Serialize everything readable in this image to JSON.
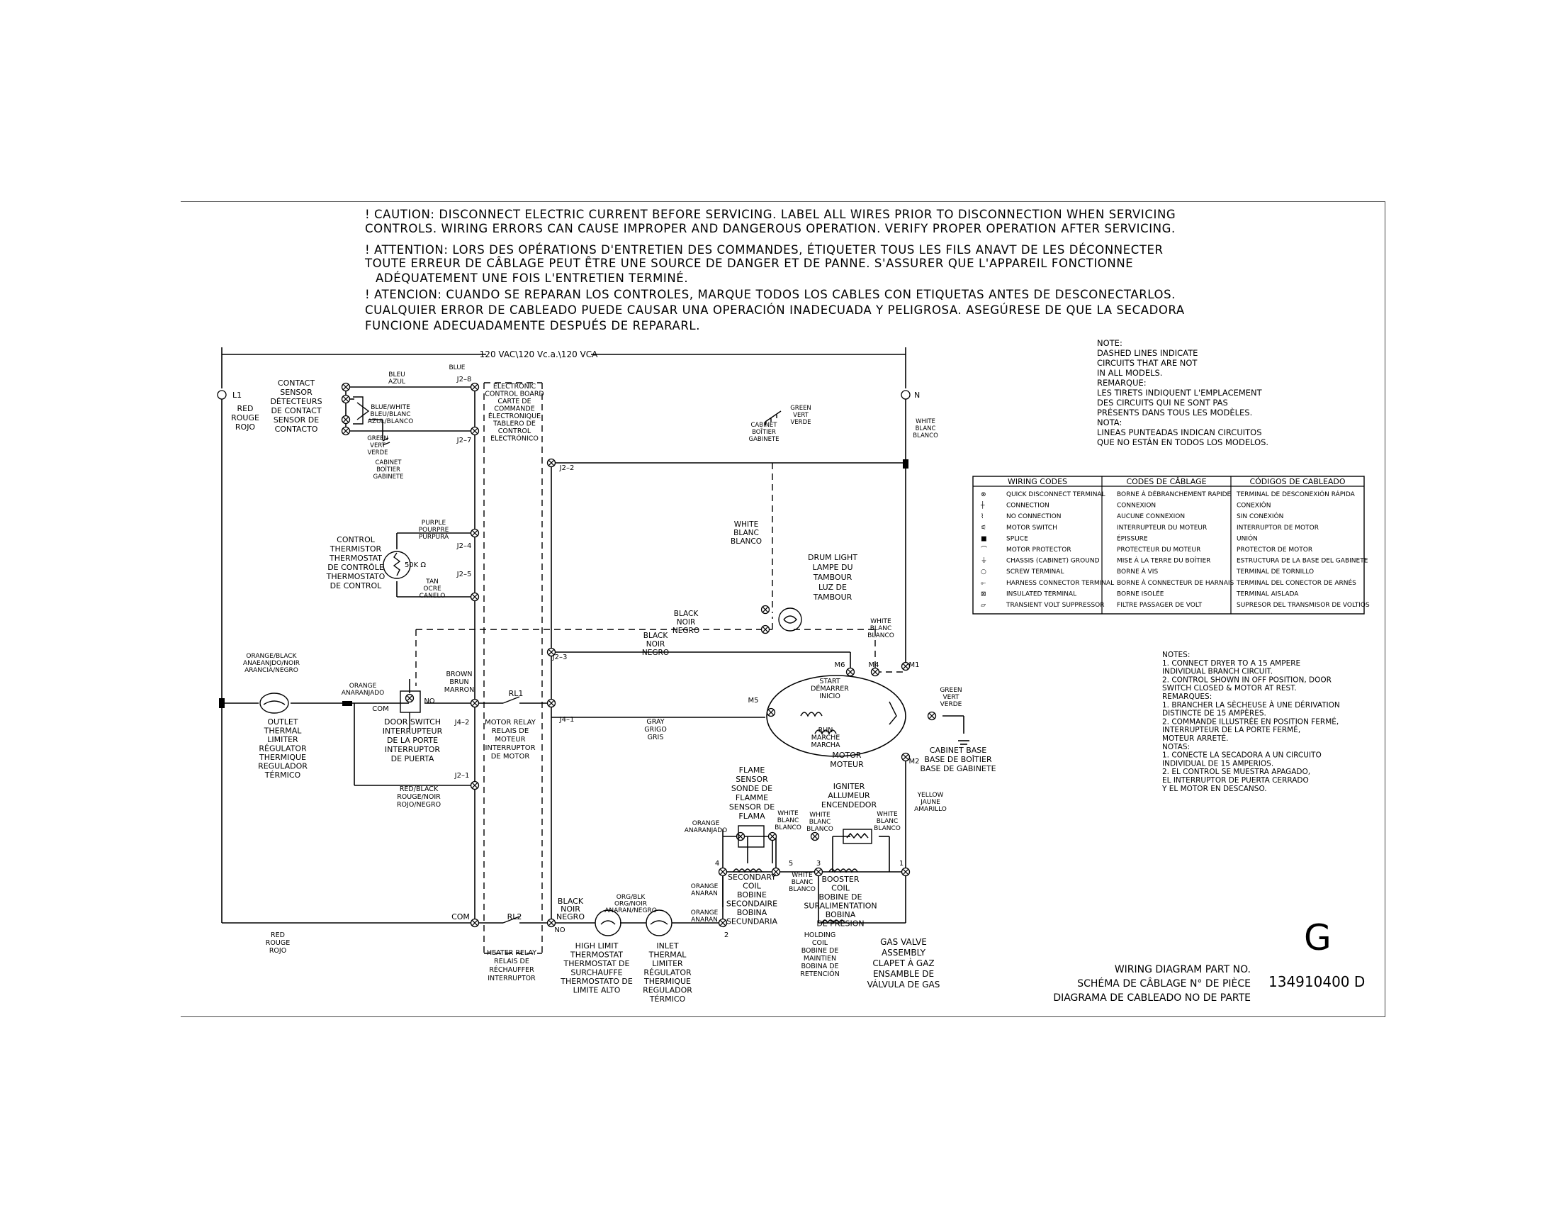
{
  "caution": {
    "en_1": "! CAUTION: DISCONNECT ELECTRIC CURRENT BEFORE SERVICING. LABEL ALL WIRES PRIOR TO DISCONNECTION WHEN SERVICING",
    "en_2": "CONTROLS. WIRING ERRORS CAN CAUSE IMPROPER AND DANGEROUS OPERATION. VERIFY PROPER OPERATION AFTER SERVICING.",
    "fr_1": "! ATTENTION: LORS DES OPÉRATIONS D'ENTRETIEN DES COMMANDES, ÉTIQUETER TOUS LES FILS ANAVT DE LES DÉCONNECTER",
    "fr_2": "TOUTE ERREUR DE CÂBLAGE PEUT ÊTRE UNE SOURCE DE DANGER ET DE PANNE. S'ASSURER QUE L'APPAREIL FONCTIONNE",
    "fr_3": "ADÉQUATEMENT UNE FOIS L'ENTRETIEN TERMINÉ.",
    "es_1": "! ATENCION: CUANDO SE REPARAN LOS CONTROLES, MARQUE TODOS LOS CABLES CON ETIQUETAS ANTES DE DESCONECTARLOS.",
    "es_2": "CUALQUIER ERROR DE CABLEADO PUEDE CAUSAR UNA OPERACIÓN INADECUADA Y PELIGROSA. ASEGÚRESE DE QUE LA SECADORA",
    "es_3": "FUNCIONE ADECUADAMENTE DESPUÉS DE REPARARL."
  },
  "supply": {
    "voltage": "120 VAC\\120 Vc.a.\\120 VCA",
    "l1": "L1",
    "n": "N"
  },
  "note_dashed": [
    "NOTE:",
    "DASHED LINES INDICATE",
    "CIRCUITS THAT ARE NOT",
    "IN ALL MODELS.",
    "REMARQUE:",
    "LES TIRETS INDIQUENT L'EMPLACEMENT",
    "DES CIRCUITS QUI NE SONT PAS",
    "PRÉSENTS DANS TOUS LES MODÈLES.",
    "NOTA:",
    "LINEAS PUNTEADAS INDICAN CIRCUITOS",
    "QUE NO ESTÁN EN TODOS LOS MODELOS."
  ],
  "wiring_codes": {
    "headers": [
      "WIRING CODES",
      "CODES DE CÂBLAGE",
      "CÓDIGOS DE CABLEADO"
    ],
    "rows": [
      [
        "QUICK DISCONNECT TERMINAL",
        "BORNE À DÉBRANCHEMENT RAPIDE",
        "TERMINAL DE DESCONEXIÓN RÁPIDA"
      ],
      [
        "CONNECTION",
        "CONNEXION",
        "CONEXIÓN"
      ],
      [
        "NO CONNECTION",
        "AUCUNE CONNEXION",
        "SIN CONEXIÓN"
      ],
      [
        "MOTOR SWITCH",
        "INTERRUPTEUR DU MOTEUR",
        "INTERRUPTOR DE MOTOR"
      ],
      [
        "SPLICE",
        "ÉPISSURE",
        "UNIÓN"
      ],
      [
        "MOTOR PROTECTOR",
        "PROTECTEUR DU MOTEUR",
        "PROTECTOR DE MOTOR"
      ],
      [
        "CHASSIS (CABINET) GROUND",
        "MISE À LA TERRE DU BOÎTIER",
        "ESTRUCTURA DE LA BASE DEL GABINETE"
      ],
      [
        "SCREW TERMINAL",
        "BORNE À VIS",
        "TERMINAL DE TORNILLO"
      ],
      [
        "HARNESS CONNECTOR TERMINAL",
        "BORNE À CONNECTEUR DE HARNAIS",
        "TERMINAL DEL CONECTOR DE ARNÉS"
      ],
      [
        "INSULATED TERMINAL",
        "BORNE ISOLÉE",
        "TERMINAL AISLADA"
      ],
      [
        "TRANSIENT VOLT SUPPRESSOR",
        "FILTRE PASSAGER DE VOLT",
        "SUPRESOR DEL TRANSMISOR DE VOLTIOS"
      ]
    ]
  },
  "notes": [
    "NOTES:",
    "1. CONNECT DRYER TO A 15 AMPERE",
    "    INDIVIDUAL BRANCH CIRCUIT.",
    "2. CONTROL SHOWN IN OFF POSITION, DOOR",
    "    SWITCH CLOSED & MOTOR AT REST.",
    "REMARQUES:",
    "1. BRANCHER LA SÈCHEUSE À UNE DÉRIVATION",
    "    DISTINCTE DE 15 AMPÈRES.",
    "2. COMMANDE ILLUSTRÉE EN POSITION FERMÉ,",
    "    INTERRUPTEUR DE LA PORTE FERMÉ,",
    "    MOTEUR ARRETÉ.",
    "NOTAS:",
    "1. CONECTE LA SECADORA A UN CIRCUITO",
    "    INDIVIDUAL DE 15 AMPERIOS.",
    "2. EL CONTROL SE MUESTRA APAGADO,",
    "    EL INTERRUPTOR DE PUERTA CERRADO",
    "    Y EL MOTOR EN DESCANSO."
  ],
  "part": {
    "letter": "G",
    "label_en": "WIRING DIAGRAM PART NO.",
    "label_fr": "SCHÉMA DE CÂBLAGE N° DE PIÈCE",
    "label_es": "DIAGRAMA DE CABLEADO NO DE PARTE",
    "number": "134910400 D"
  },
  "labels": {
    "contact_sensor": [
      "CONTACT",
      "SENSOR",
      "DÉTECTEURS",
      "DE CONTACT",
      "SENSOR DE",
      "CONTACTO"
    ],
    "bleu_azul": [
      "BLEU",
      "AZUL"
    ],
    "blue": "BLUE",
    "blue_white": [
      "BLUE/WHITE",
      "BLEU/BLANC",
      "AZUL/BLANCO"
    ],
    "green_cab_left": [
      "GREEN",
      "VERT",
      "VERDE"
    ],
    "cabinet_left": [
      "CABINET",
      "BOÎTIER",
      "GABINETE"
    ],
    "red_rouge_rojo_top": [
      "RED",
      "ROUGE",
      "ROJO"
    ],
    "ecb": [
      "ELECTRONIC",
      "CONTROL BOARD",
      "CARTE DE",
      "COMMANDE",
      "ÉLECTRONIQUE",
      "TABLERO DE",
      "CONTROL",
      "ELECTRÓNICO"
    ],
    "j2_8": "J2–8",
    "j2_7": "J2–7",
    "j2_2": "J2–2",
    "j2_4": "J2–4",
    "j2_5": "J2–5",
    "j2_3": "J2–3",
    "j2_1": "J2–1",
    "j4_2": "J4–2",
    "j4_1": "J4–1",
    "green_cab_top": [
      "GREEN",
      "VERT",
      "VERDE"
    ],
    "cabinet_top": [
      "CABINET",
      "BOÎTIER",
      "GABINETE"
    ],
    "white_n": [
      "WHITE",
      "BLANC",
      "BLANCO"
    ],
    "purple": [
      "PURPLE",
      "POURPRE",
      "PURPURA"
    ],
    "tan": [
      "TAN",
      "OCRE",
      "CANELO"
    ],
    "control_thermistor": [
      "CONTROL",
      "THERMISTOR",
      "THERMOSTAT",
      "DE CONTRÔLE",
      "THERMOSTATO",
      "DE CONTROL"
    ],
    "ohm": "50K Ω",
    "white_drum": [
      "WHITE",
      "BLANC",
      "BLANCO"
    ],
    "drum_light": [
      "DRUM LIGHT",
      "LAMPE DU",
      "TAMBOUR",
      "LUZ DE",
      "TAMBOUR"
    ],
    "black_noir_top": [
      "BLACK",
      "NOIR",
      "NEGRO"
    ],
    "black_noir_mid": [
      "BLACK",
      "NOIR",
      "NEGRO"
    ],
    "white_m4": [
      "WHITE",
      "BLANC",
      "BLANCO"
    ],
    "orange_black": [
      "ORANGE/BLACK",
      "ANAEANJDO/NOIR",
      "ARANCIA/NEGRO"
    ],
    "orange_sw": [
      "ORANGE",
      "ANARANJADO"
    ],
    "brown": [
      "BROWN",
      "BRUN",
      "MARRON"
    ],
    "com": "COM",
    "no": "NO",
    "rl1": "RL1",
    "outlet_limiter": [
      "OUTLET",
      "THERMAL",
      "LIMITER",
      "RÉGULATOR",
      "THERMIQUE",
      "REGULADOR",
      "TÉRMICO"
    ],
    "door_switch": [
      "DOOR SWITCH",
      "INTERRUPTEUR",
      "DE LA PORTE",
      "INTERRUPTOR",
      "DE PUERTA"
    ],
    "motor_relay": [
      "MOTOR RELAY",
      "RELAIS DE",
      "MOTEUR",
      "INTERRUPTOR",
      "DE MOTOR"
    ],
    "gray": [
      "GRAY",
      "GRIGO",
      "GRIS"
    ],
    "m5": "M5",
    "m6": "M6",
    "m4": "M4",
    "m1": "M1",
    "m2": "M2",
    "start": [
      "START",
      "DÉMARRER",
      "INICIO"
    ],
    "run": [
      "RUN",
      "MARCHE",
      "MARCHA"
    ],
    "motor": [
      "MOTOR",
      "MOTEUR"
    ],
    "green_motor": [
      "GREEN",
      "VERT",
      "VERDE"
    ],
    "cabinet_base": [
      "CABINET BASE",
      "BASE DE BOÎTIER",
      "BASE DE GABINETE"
    ],
    "red_black": [
      "RED/BLACK",
      "ROUGE/NOIR",
      "ROJO/NEGRO"
    ],
    "yellow": [
      "YELLOW",
      "JAUNE",
      "AMARILLO"
    ],
    "flame_sensor": [
      "FLAME",
      "SENSOR",
      "SONDE DE",
      "FLAMME",
      "SENSOR DE",
      "FLAMA"
    ],
    "orange_fs": [
      "ORANGE",
      "ANARANJADO"
    ],
    "white_fs": [
      "WHITE",
      "BLANC",
      "BLANCO"
    ],
    "white_ig1": [
      "WHITE",
      "BLANC",
      "BLANCO"
    ],
    "white_ig2": [
      "WHITE",
      "BLANC",
      "BLANCO"
    ],
    "igniter": [
      "IGNITER",
      "ALLUMEUR",
      "ENCENDEDOR"
    ],
    "secondary_coil": [
      "SECONDARY",
      "COIL",
      "BOBINE",
      "SECONDAIRE",
      "BOBINA",
      "SECUNDARIA"
    ],
    "booster_coil": [
      "BOOSTER",
      "COIL",
      "BOBINE DE",
      "SURALIMENTATION",
      "BOBINA",
      "DE PRESION"
    ],
    "white_sc": [
      "WHITE",
      "BLANC",
      "BLANCO"
    ],
    "orange_anaran1": [
      "ORANGE",
      "ANARAN"
    ],
    "orange_anaran2": [
      "ORANGE",
      "ANARAN"
    ],
    "term4": "4",
    "term5": "5",
    "term3": "3",
    "term1": "1",
    "term2": "2",
    "red_bottom": [
      "RED",
      "ROUGE",
      "ROJO"
    ],
    "com_bottom": "COM",
    "rl2": "RL2",
    "heater_relay": [
      "HEATER RELAY",
      "RELAIS DE",
      "RÉCHAUFFER",
      "INTERRUPTOR"
    ],
    "black_no": [
      "BLACK",
      "NOIR",
      "NEGRO"
    ],
    "no_bottom": "NO",
    "org_blk": [
      "ORG/BLK",
      "ORG/NOIR",
      "ANARAN/NEGRO"
    ],
    "high_limit": [
      "HIGH LIMIT",
      "THERMOSTAT",
      "THERMOSTAT DE",
      "SURCHAUFFE",
      "THERMOSTATO DE",
      "LIMITE ALTO"
    ],
    "inlet_limiter": [
      "INLET",
      "THERMAL",
      "LIMITER",
      "RÉGULATOR",
      "THERMIQUE",
      "REGULADOR",
      "TÉRMICO"
    ],
    "holding_coil": [
      "HOLDING",
      "COIL",
      "BOBINE DE",
      "MAINTIEN",
      "BOBINA DE",
      "RETENCIÓN"
    ],
    "gas_valve": [
      "GAS VALVE",
      "ASSEMBLY",
      "CLAPET À GAZ",
      "ENSAMBLE DE",
      "VÁLVULA DE GAS"
    ]
  }
}
